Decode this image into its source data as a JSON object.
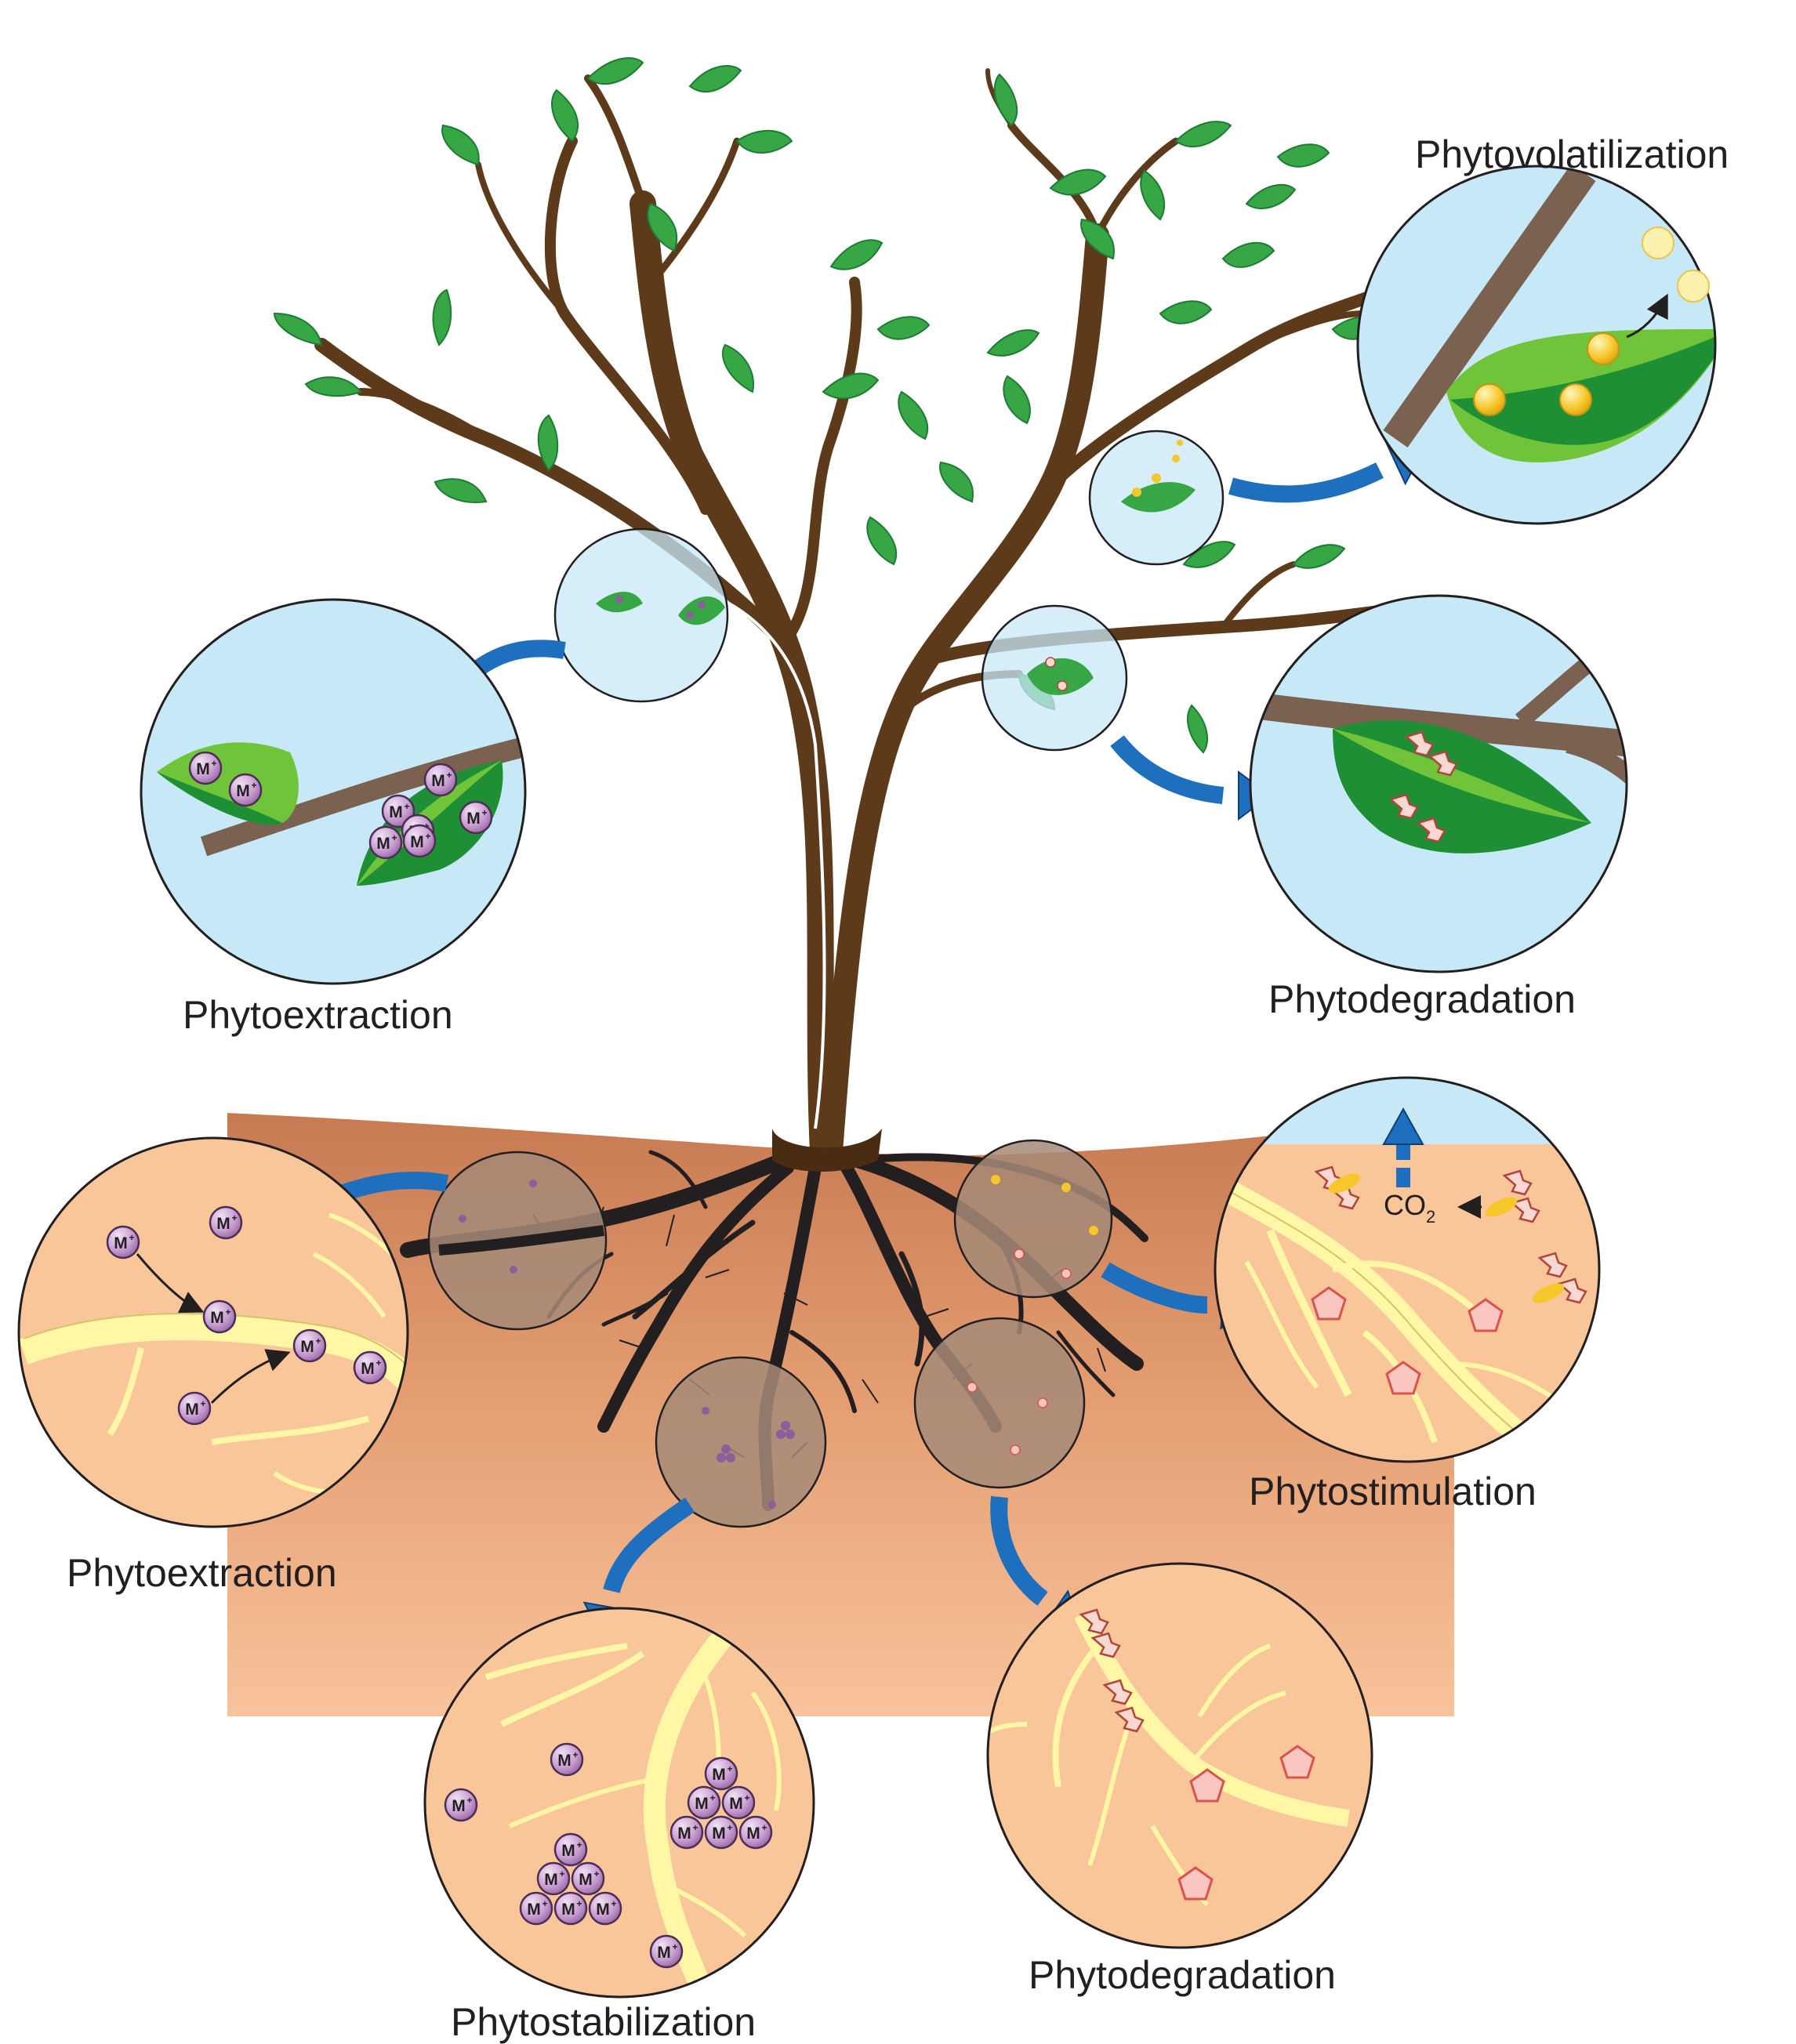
{
  "labels": {
    "phytovolatilization": "Phytovolatilization",
    "phytoextraction_leaf": "Phytoextraction",
    "phytodegradation_leaf": "Phytodegradation",
    "phytostimulation": "Phytostimulation",
    "phytoextraction_root": "Phytoextraction",
    "phytostabilization": "Phytostabilization",
    "phytodegradation_root": "Phytodegradation"
  },
  "ion_label": "M",
  "ion_charge": "+",
  "co2_label": "CO",
  "co2_subscript": "2",
  "colors": {
    "trunk": "#5c3a1a",
    "leaf_dark": "#1f9a3c",
    "leaf_light": "#7fce2f",
    "sky_circle": "#c7e8f7",
    "soil_top": "#c77a52",
    "soil_bottom": "#f8c39b",
    "soil_circle": "#f9c69a",
    "root_circle": "#a68a78",
    "root_light": "#fff7a6",
    "ion": "#c69ad0",
    "arrow": "#1f6fbf",
    "pollutant": "#f9c6c0",
    "volatile": "#f7c62a",
    "outline": "#231f20"
  }
}
